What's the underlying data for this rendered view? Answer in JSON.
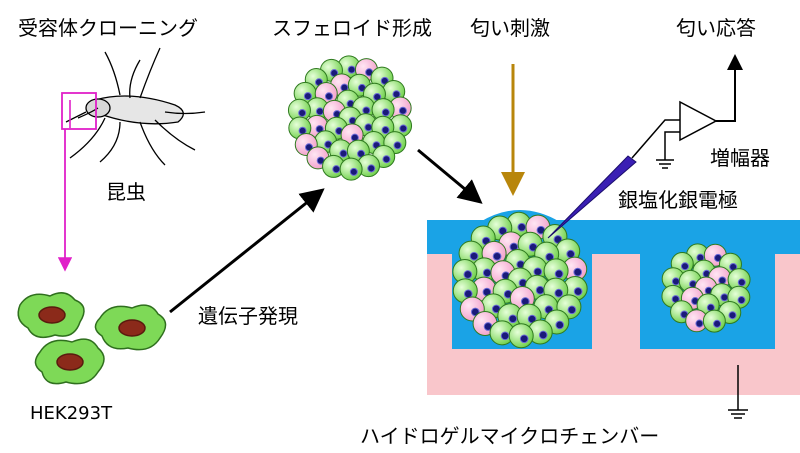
{
  "labels": {
    "receptor_cloning": "受容体クローニング",
    "insect": "昆虫",
    "cell_line": "HEK293T",
    "gene_expression": "遺伝子発現",
    "spheroid_formation": "スフェロイド形成",
    "odor_stimulus": "匂い刺激",
    "odor_response": "匂い応答",
    "amplifier": "増幅器",
    "electrode": "銀塩化銀電極",
    "chamber": "ハイドロゲルマイクロチェンバー"
  },
  "colors": {
    "magenta_arrow": "#e020c8",
    "stimulus_arrow": "#b8860b",
    "hydrogel": "#f9c6cb",
    "medium": "#1aa3e6",
    "cell_green": "#7ed957",
    "cell_pink": "#f5a9d0",
    "hek_cell": "#7ed957",
    "nucleus": "#8b2a1a",
    "electrode": "#3a1fb4"
  },
  "icons": {
    "insect": "mosquito-icon",
    "amplifier": "amplifier-triangle-icon",
    "ground": "ground-symbol-icon"
  }
}
